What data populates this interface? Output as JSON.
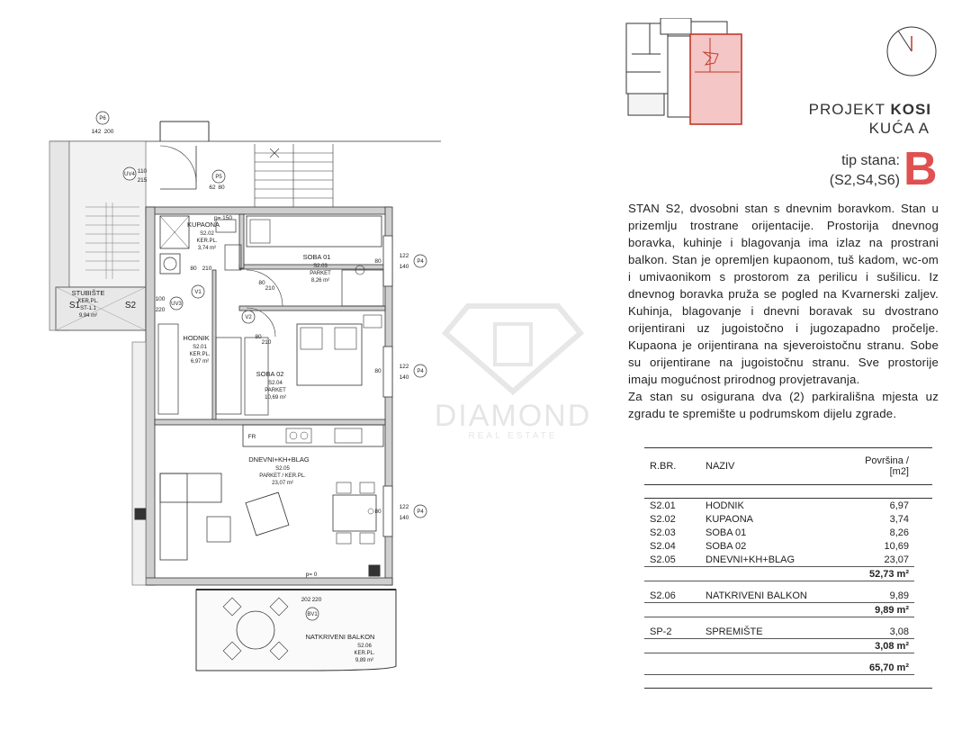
{
  "header": {
    "project_prefix": "PROJEKT",
    "project_name": "KOSI",
    "building": "KUĆA A",
    "type_label": "tip stana:",
    "type_units": "(S2,S4,S6)",
    "type_letter": "B"
  },
  "description": {
    "paragraphs": [
      "STAN S2, dvosobni stan s dnevnim boravkom. Stan u prizemlju trostrane orijentacije. Prostorija dnevnog boravka, kuhinje i blagovanja ima izlaz na prostrani balkon. Stan je opremljen kupaonom, tuš kadom, wc-om i umivaonikom s prostorom za perilicu i sušilicu. Iz dnevnog boravka pruža se pogled na Kvarnerski zaljev. Kuhinja, blagovanje i dnevni boravak su dvostrano orijentirani uz jugoistočno i jugozapadno pročelje. Kupaona je orijentirana na sjeveroistočnu stranu. Sobe su orijentirane na jugoistočnu stranu. Sve prostorije imaju mogućnost prirodnog provjetravanja.",
      "Za stan su osigurana dva (2) parkirališna mjesta uz zgradu te spremište u podrumskom dijelu zgrade."
    ]
  },
  "area_table": {
    "headers": [
      "R.BR.",
      "NAZIV",
      "Površina / [m2]"
    ],
    "groups": [
      {
        "rows": [
          [
            "S2.01",
            "HODNIK",
            "6,97"
          ],
          [
            "S2.02",
            "KUPAONA",
            "3,74"
          ],
          [
            "S2.03",
            "SOBA 01",
            "8,26"
          ],
          [
            "S2.04",
            "SOBA 02",
            "10,69"
          ],
          [
            "S2.05",
            "DNEVNI+KH+BLAG",
            "23,07"
          ]
        ],
        "total": "52,73 m²"
      },
      {
        "rows": [
          [
            "S2.06",
            "NATKRIVENI BALKON",
            "9,89"
          ]
        ],
        "total": "9,89 m²"
      },
      {
        "rows": [
          [
            "SP-2",
            "SPREMIŠTE",
            "3,08"
          ]
        ],
        "total": "3,08 m²"
      }
    ],
    "grand_total": "65,70 m²"
  },
  "watermark": {
    "brand": "DIAMOND",
    "sub": "REAL ESTATE"
  },
  "plan": {
    "stair": {
      "name": "STUBIŠTE",
      "floor": "KER.PL.",
      "code": "ST-1.1",
      "area": "9,94 m²",
      "left": "S1",
      "right": "S2"
    },
    "kupaona": {
      "name": "KUPAONA",
      "code": "S2.02",
      "floor": "KER.PL.",
      "area": "3,74 m²"
    },
    "soba01": {
      "name": "SOBA 01",
      "code": "S2.03",
      "floor": "PARKET",
      "area": "8,26 m²"
    },
    "hodnik": {
      "name": "HODNIK",
      "code": "S2.01",
      "floor": "KER.PL.",
      "area": "6,97 m²"
    },
    "soba02": {
      "name": "SOBA 02",
      "code": "S2.04",
      "floor": "PARKET",
      "area": "10,69 m²"
    },
    "dnevni": {
      "name": "DNEVNI+KH+BLAG",
      "code": "S2.05",
      "floor": "PARKET / KER.PL.",
      "area": "23,07 m²"
    },
    "balkon": {
      "name": "NATKRIVENI BALKON",
      "code": "S2.06",
      "floor": "KER.PL.",
      "area": "9,89 m²"
    },
    "tags": {
      "p6": "P6",
      "p5": "P5",
      "uv4": "UV4",
      "uv3": "UV3",
      "v1": "V1",
      "v2": "V2",
      "bv1": "BV1",
      "p4a": "P4",
      "p4b": "P4",
      "p4c": "P4"
    },
    "dims": {
      "p6_w": "142",
      "p6_h": "200",
      "uv4_w": "110",
      "uv4_h": "215",
      "p5_w": "62",
      "p5_h": "80",
      "uv3_w": "100",
      "uv3_h": "220",
      "v1_w": "80",
      "v1_h": "210",
      "v2a_w": "80",
      "v2a_h": "210",
      "v2b_w": "80",
      "v2b_h": "210",
      "p4_w": "122",
      "p4_h": "140",
      "p4_sill": "80",
      "bv1_w": "202",
      "bv1_h": "220",
      "p_level_1": "p= 150",
      "p_level_2": "p= 0",
      "fr": "FR"
    }
  }
}
